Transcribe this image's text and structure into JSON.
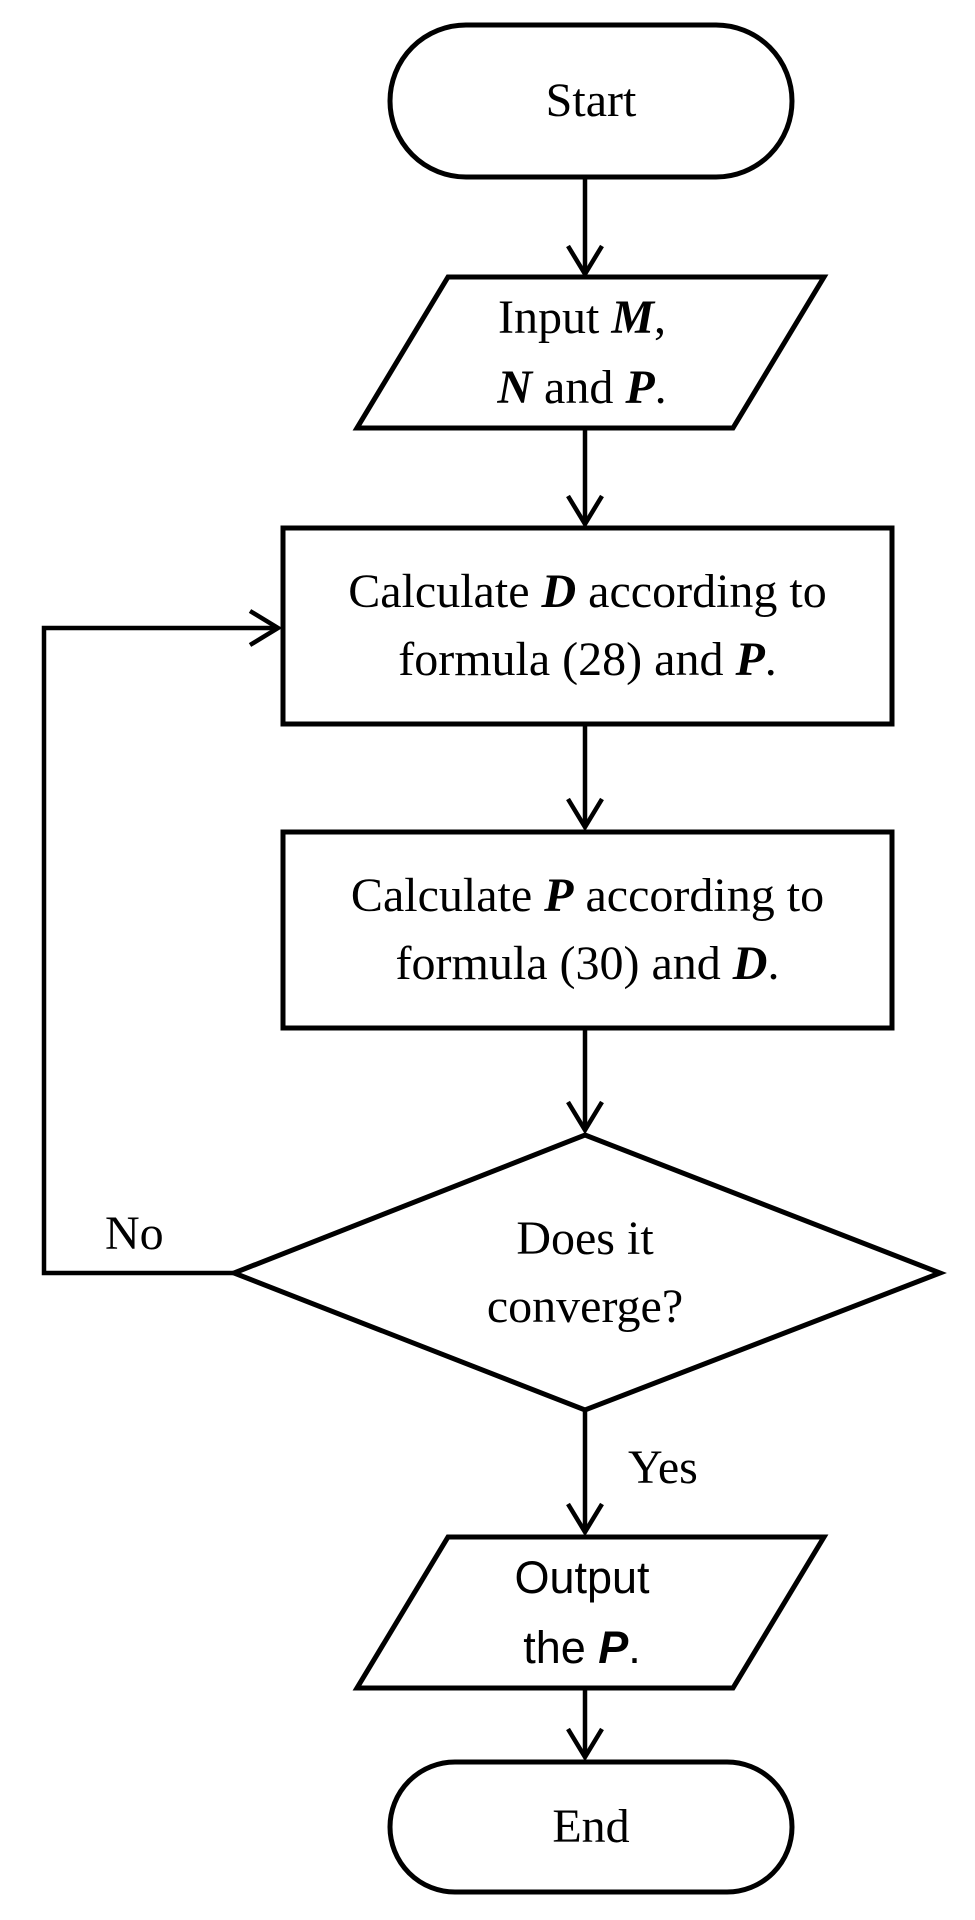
{
  "canvas": {
    "background_color": "#ffffff",
    "line_color": "#000000"
  },
  "nodes": {
    "start": {
      "type": "terminator",
      "label": "Start"
    },
    "input": {
      "type": "io-parallelogram",
      "line1": [
        "Input ",
        "M",
        ","
      ],
      "line2": [
        "N",
        " and ",
        "P",
        "."
      ]
    },
    "calc_d": {
      "type": "process",
      "line1": [
        "Calculate ",
        "D",
        " according to"
      ],
      "line2": [
        "formula (28) and ",
        "P",
        "."
      ]
    },
    "calc_p": {
      "type": "process",
      "line1": [
        "Calculate ",
        "P",
        " according to"
      ],
      "line2": [
        "formula (30) and ",
        "D",
        "."
      ]
    },
    "decision": {
      "type": "decision-diamond",
      "line1": "Does it",
      "line2": "converge?"
    },
    "output": {
      "type": "io-parallelogram",
      "line1": "Output",
      "line2": [
        "the ",
        "P",
        "."
      ]
    },
    "end": {
      "type": "terminator",
      "label": "End"
    }
  },
  "edges": {
    "yes_label": "Yes",
    "no_label": "No"
  }
}
